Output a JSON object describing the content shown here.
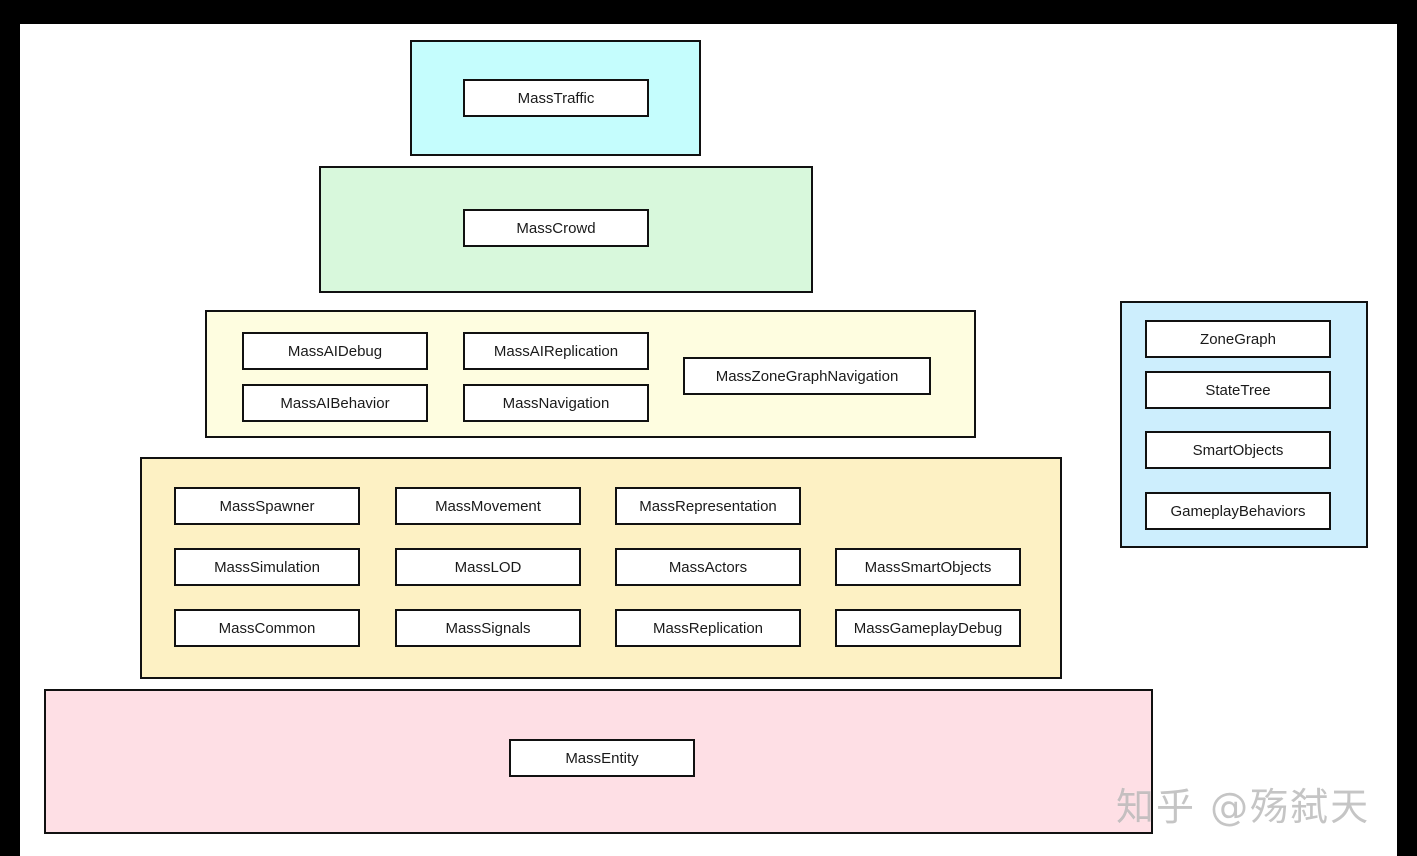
{
  "colors": {
    "traffic": "#c5fdfd",
    "crowd": "#d8f8dc",
    "ai": "#fefde0",
    "gameplay": "#fdf1c4",
    "entity": "#fedfe5",
    "side": "#cdeefd"
  },
  "tiers": {
    "traffic": {
      "modules": [
        "MassTraffic"
      ]
    },
    "crowd": {
      "modules": [
        "MassCrowd"
      ]
    },
    "ai": {
      "modules": [
        "MassAIDebug",
        "MassAIReplication",
        "MassZoneGraphNavigation",
        "MassAIBehavior",
        "MassNavigation"
      ]
    },
    "gameplay": {
      "modules": [
        "MassSpawner",
        "MassMovement",
        "MassRepresentation",
        "MassSimulation",
        "MassLOD",
        "MassActors",
        "MassSmartObjects",
        "MassCommon",
        "MassSignals",
        "MassReplication",
        "MassGameplayDebug"
      ]
    },
    "entity": {
      "modules": [
        "MassEntity"
      ]
    },
    "side": {
      "modules": [
        "ZoneGraph",
        "StateTree",
        "SmartObjects",
        "GameplayBehaviors"
      ]
    }
  },
  "watermark": "知乎 @殇弑天"
}
